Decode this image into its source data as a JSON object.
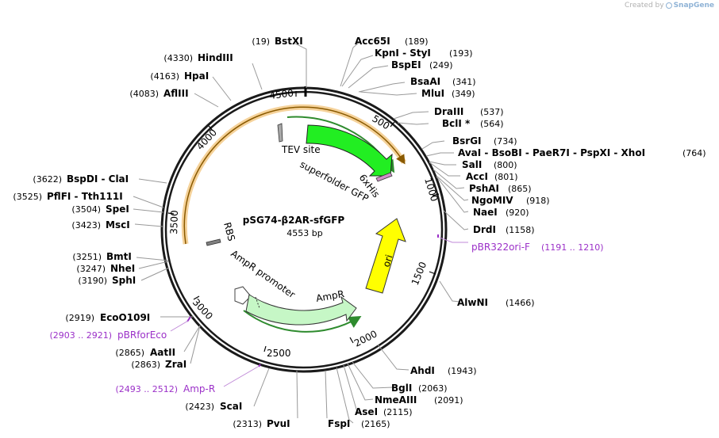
{
  "credit": {
    "prefix": "Created by",
    "brand": "SnapGene"
  },
  "plasmid": {
    "name": "pSG74-β2AR-sfGFP",
    "size": "4553 bp"
  },
  "ticks": [
    "500",
    "1000",
    "1500",
    "2000",
    "2500",
    "3000",
    "3500",
    "4000",
    "4500"
  ],
  "sites": [
    {
      "pos": "(19)",
      "name": "BstXI"
    },
    {
      "pos": "(189)",
      "name": "Acc65I"
    },
    {
      "pos": "(193)",
      "name": "KpnI  - StyI"
    },
    {
      "pos": "(249)",
      "name": "BspEI"
    },
    {
      "pos": "(341)",
      "name": "BsaAI"
    },
    {
      "pos": "(349)",
      "name": "MluI"
    },
    {
      "pos": "(537)",
      "name": "DraIII"
    },
    {
      "pos": "(564)",
      "name": "BclI *"
    },
    {
      "pos": "(734)",
      "name": "BsrGI"
    },
    {
      "pos": "(764)",
      "name": "AvaI  - BsoBI  - PaeR7I  - PspXI  - XhoI"
    },
    {
      "pos": "(800)",
      "name": "SalI"
    },
    {
      "pos": "(801)",
      "name": "AccI"
    },
    {
      "pos": "(865)",
      "name": "PshAI"
    },
    {
      "pos": "(918)",
      "name": "NgoMIV"
    },
    {
      "pos": "(920)",
      "name": "NaeI"
    },
    {
      "pos": "(1158)",
      "name": "DrdI"
    },
    {
      "pos": "(1466)",
      "name": "AlwNI"
    },
    {
      "pos": "(1943)",
      "name": "AhdI"
    },
    {
      "pos": "(2063)",
      "name": "BglI"
    },
    {
      "pos": "(2091)",
      "name": "NmeAIII"
    },
    {
      "pos": "(2115)",
      "name": "AseI"
    },
    {
      "pos": "(2165)",
      "name": "FspI"
    },
    {
      "pos": "(2313)",
      "name": "PvuI"
    },
    {
      "pos": "(2423)",
      "name": "ScaI"
    },
    {
      "pos": "(2863)",
      "name": "ZraI"
    },
    {
      "pos": "(2865)",
      "name": "AatII"
    },
    {
      "pos": "(2919)",
      "name": "EcoO109I"
    },
    {
      "pos": "(3190)",
      "name": "SphI"
    },
    {
      "pos": "(3247)",
      "name": "NheI"
    },
    {
      "pos": "(3251)",
      "name": "BmtI"
    },
    {
      "pos": "(3423)",
      "name": "MscI"
    },
    {
      "pos": "(3504)",
      "name": "SpeI"
    },
    {
      "pos": "(3525)",
      "name": "PflFI  - Tth111I"
    },
    {
      "pos": "(3622)",
      "name": "BspDI  - ClaI"
    },
    {
      "pos": "(4083)",
      "name": "AflIII"
    },
    {
      "pos": "(4163)",
      "name": "HpaI"
    },
    {
      "pos": "(4330)",
      "name": "HindIII"
    }
  ],
  "primers": [
    {
      "name": "pBR322ori-F",
      "range": "(1191 .. 1210)"
    },
    {
      "name": "pBRforEco",
      "range": "(2903 .. 2921)"
    },
    {
      "name": "Amp-R",
      "range": "(2493 .. 2512)"
    }
  ],
  "features": [
    {
      "name": "TEV site",
      "color": "#a9a9a9"
    },
    {
      "name": "superfolder GFP",
      "color": "#22ee22"
    },
    {
      "name": "6xHis",
      "color": "#d08fc8"
    },
    {
      "name": "RBS",
      "color": "#808080"
    },
    {
      "name": "AmpR promoter",
      "color": "#ffffff"
    },
    {
      "name": "AmpR",
      "color": "#c6f7c6"
    },
    {
      "name": "ori",
      "color": "#ffff00"
    }
  ],
  "colors": {
    "orf_outline": "#2e8b2e",
    "orange_region": "#e8a23a",
    "primer": "#9b30c8"
  }
}
